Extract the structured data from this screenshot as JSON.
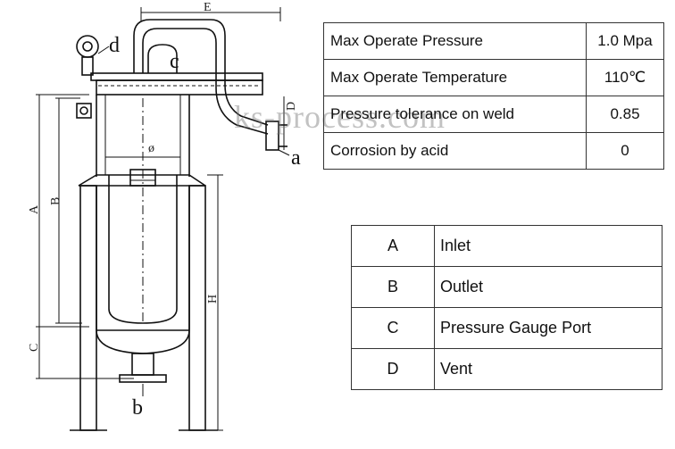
{
  "spec_table": [
    {
      "label": "Max Operate Pressure",
      "value": "1.0 Mpa"
    },
    {
      "label": "Max Operate Temperature",
      "value": "110℃"
    },
    {
      "label": "Pressure tolerance on weld",
      "value": "0.85"
    },
    {
      "label": "Corrosion by acid",
      "value": "0"
    }
  ],
  "legend_table": [
    {
      "code": "A",
      "desc": "Inlet"
    },
    {
      "code": "B",
      "desc": "Outlet"
    },
    {
      "code": "C",
      "desc": "Pressure Gauge Port"
    },
    {
      "code": "D",
      "desc": "Vent"
    }
  ],
  "diagram": {
    "dim_e": "E",
    "dim_a": "A",
    "dim_b": "B",
    "dim_c": "C",
    "dim_h": "H",
    "dim_d": "D",
    "diameter": "ø",
    "tag_a": "a",
    "tag_b": "b",
    "tag_c": "c",
    "tag_d": "d"
  },
  "watermark": "ks-process.com"
}
